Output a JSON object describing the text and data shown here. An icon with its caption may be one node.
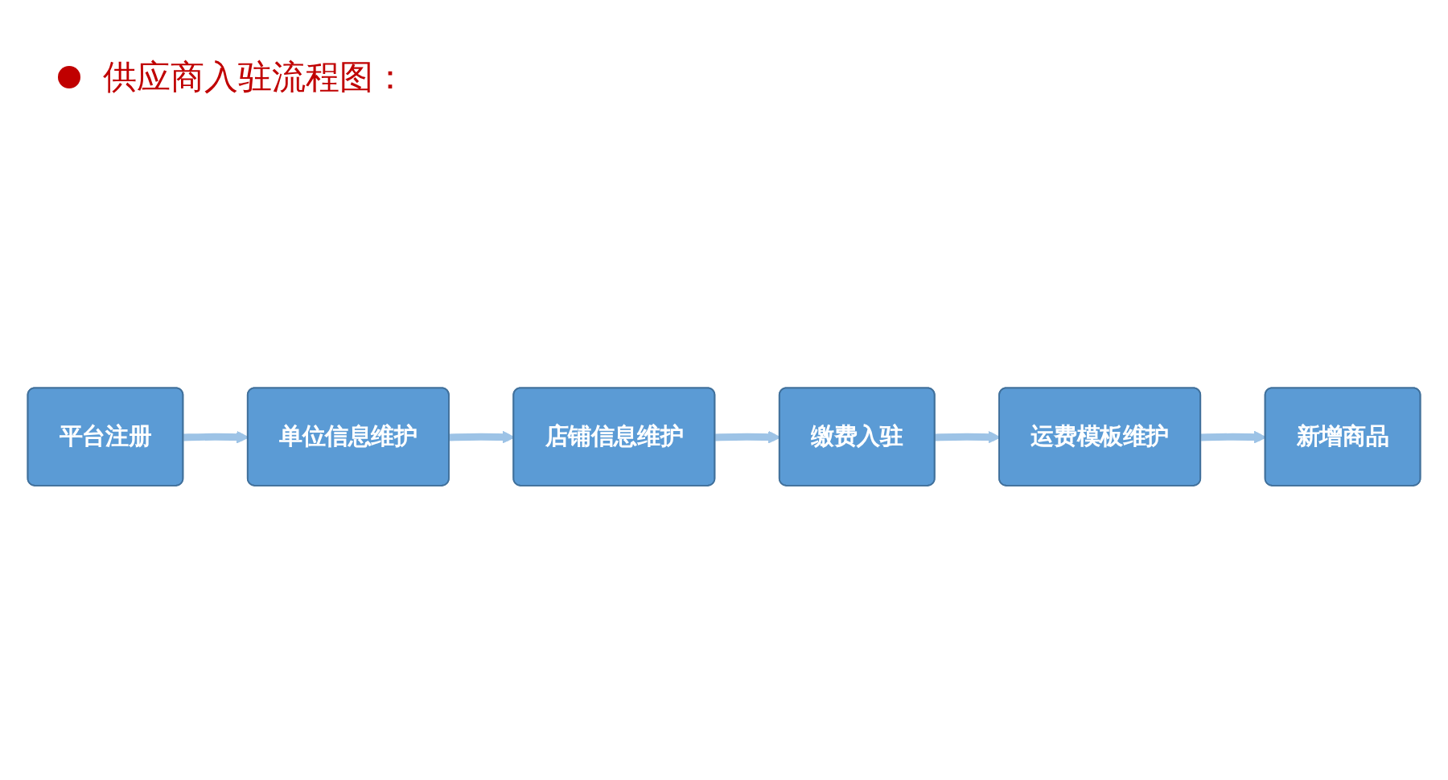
{
  "diagram": {
    "title": "供应商入驻流程图：",
    "nodes": [
      {
        "text": [
          "平台注册"
        ]
      },
      {
        "text": [
          "单位信息维护"
        ]
      },
      {
        "text": [
          "店铺信息维护"
        ]
      },
      {
        "text": [
          "新增商品"
        ]
      },
      {
        "text": [
          "运费模板维护"
        ]
      },
      {
        "text": [
          "缴费入驻"
        ]
      }
    ],
    "edges": [
      {
        "from": 0,
        "to": 1,
        "arrow": "to"
      },
      {
        "from": 1,
        "to": 2,
        "arrow": "to"
      },
      {
        "from": 2,
        "to": 5,
        "arrow": "to"
      },
      {
        "from": 5,
        "to": 4,
        "arrow": "to"
      },
      {
        "from": 4,
        "to": 3,
        "arrow": "to"
      }
    ]
  }
}
